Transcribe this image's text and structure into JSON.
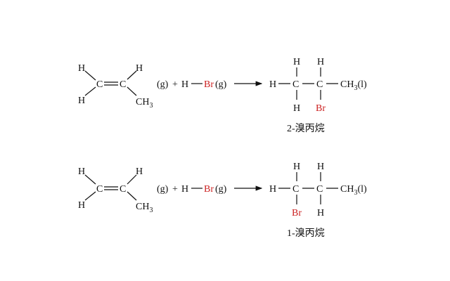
{
  "colors": {
    "text": "#111111",
    "bromine": "#cc2222"
  },
  "atoms": {
    "H": "H",
    "C": "C",
    "Br": "Br",
    "CH": "CH",
    "sub3": "3"
  },
  "labels": {
    "gas": "(g)",
    "plus": "+",
    "br_gas": "(g)",
    "liquid": "(l)"
  },
  "reactions": [
    {
      "product_name": "2-溴丙烷"
    },
    {
      "product_name": "1-溴丙烷"
    }
  ]
}
